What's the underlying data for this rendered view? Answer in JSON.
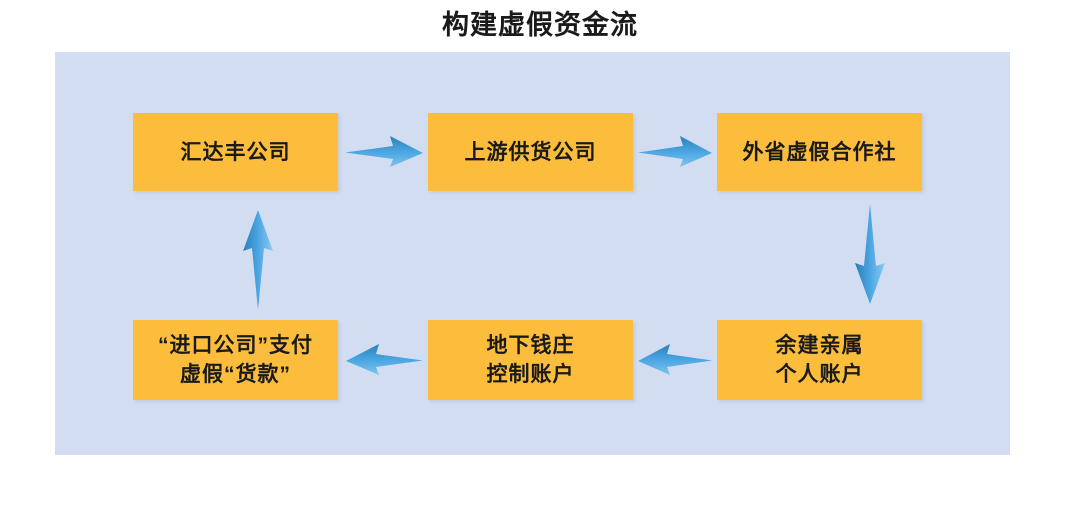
{
  "title": "构建虚假资金流",
  "colors": {
    "panel_background": "#d3ddf2",
    "node_fill": "#fbbd3b",
    "arrow_blue": "#3d9bdd",
    "arrow_blue_dark": "#2b7fb8",
    "text": "#1a1a1a",
    "page_background": "#ffffff"
  },
  "diagram": {
    "type": "flowchart",
    "layout": "2-rows-x-3-columns-cycle",
    "nodes": [
      {
        "id": "huidafeng",
        "label": "汇达丰公司",
        "row": 1,
        "col": 1
      },
      {
        "id": "supplier",
        "label": "上游供货公司",
        "row": 1,
        "col": 2
      },
      {
        "id": "coop",
        "label": "外省虚假合作社",
        "row": 1,
        "col": 3
      },
      {
        "id": "importpay",
        "label": "“进口公司”支付\n虚假“货款”",
        "row": 2,
        "col": 1
      },
      {
        "id": "underground",
        "label": "地下钱庄\n控制账户",
        "row": 2,
        "col": 2
      },
      {
        "id": "relatives",
        "label": "余建亲属\n个人账户",
        "row": 2,
        "col": 3
      }
    ],
    "edges": [
      {
        "id": "e1",
        "from": "huidafeng",
        "to": "supplier",
        "direction": "right"
      },
      {
        "id": "e2",
        "from": "supplier",
        "to": "coop",
        "direction": "right"
      },
      {
        "id": "e3",
        "from": "coop",
        "to": "relatives",
        "direction": "down"
      },
      {
        "id": "e4",
        "from": "relatives",
        "to": "underground",
        "direction": "left"
      },
      {
        "id": "e5",
        "from": "underground",
        "to": "importpay",
        "direction": "left"
      },
      {
        "id": "e6",
        "from": "importpay",
        "to": "huidafeng",
        "direction": "up"
      }
    ]
  }
}
